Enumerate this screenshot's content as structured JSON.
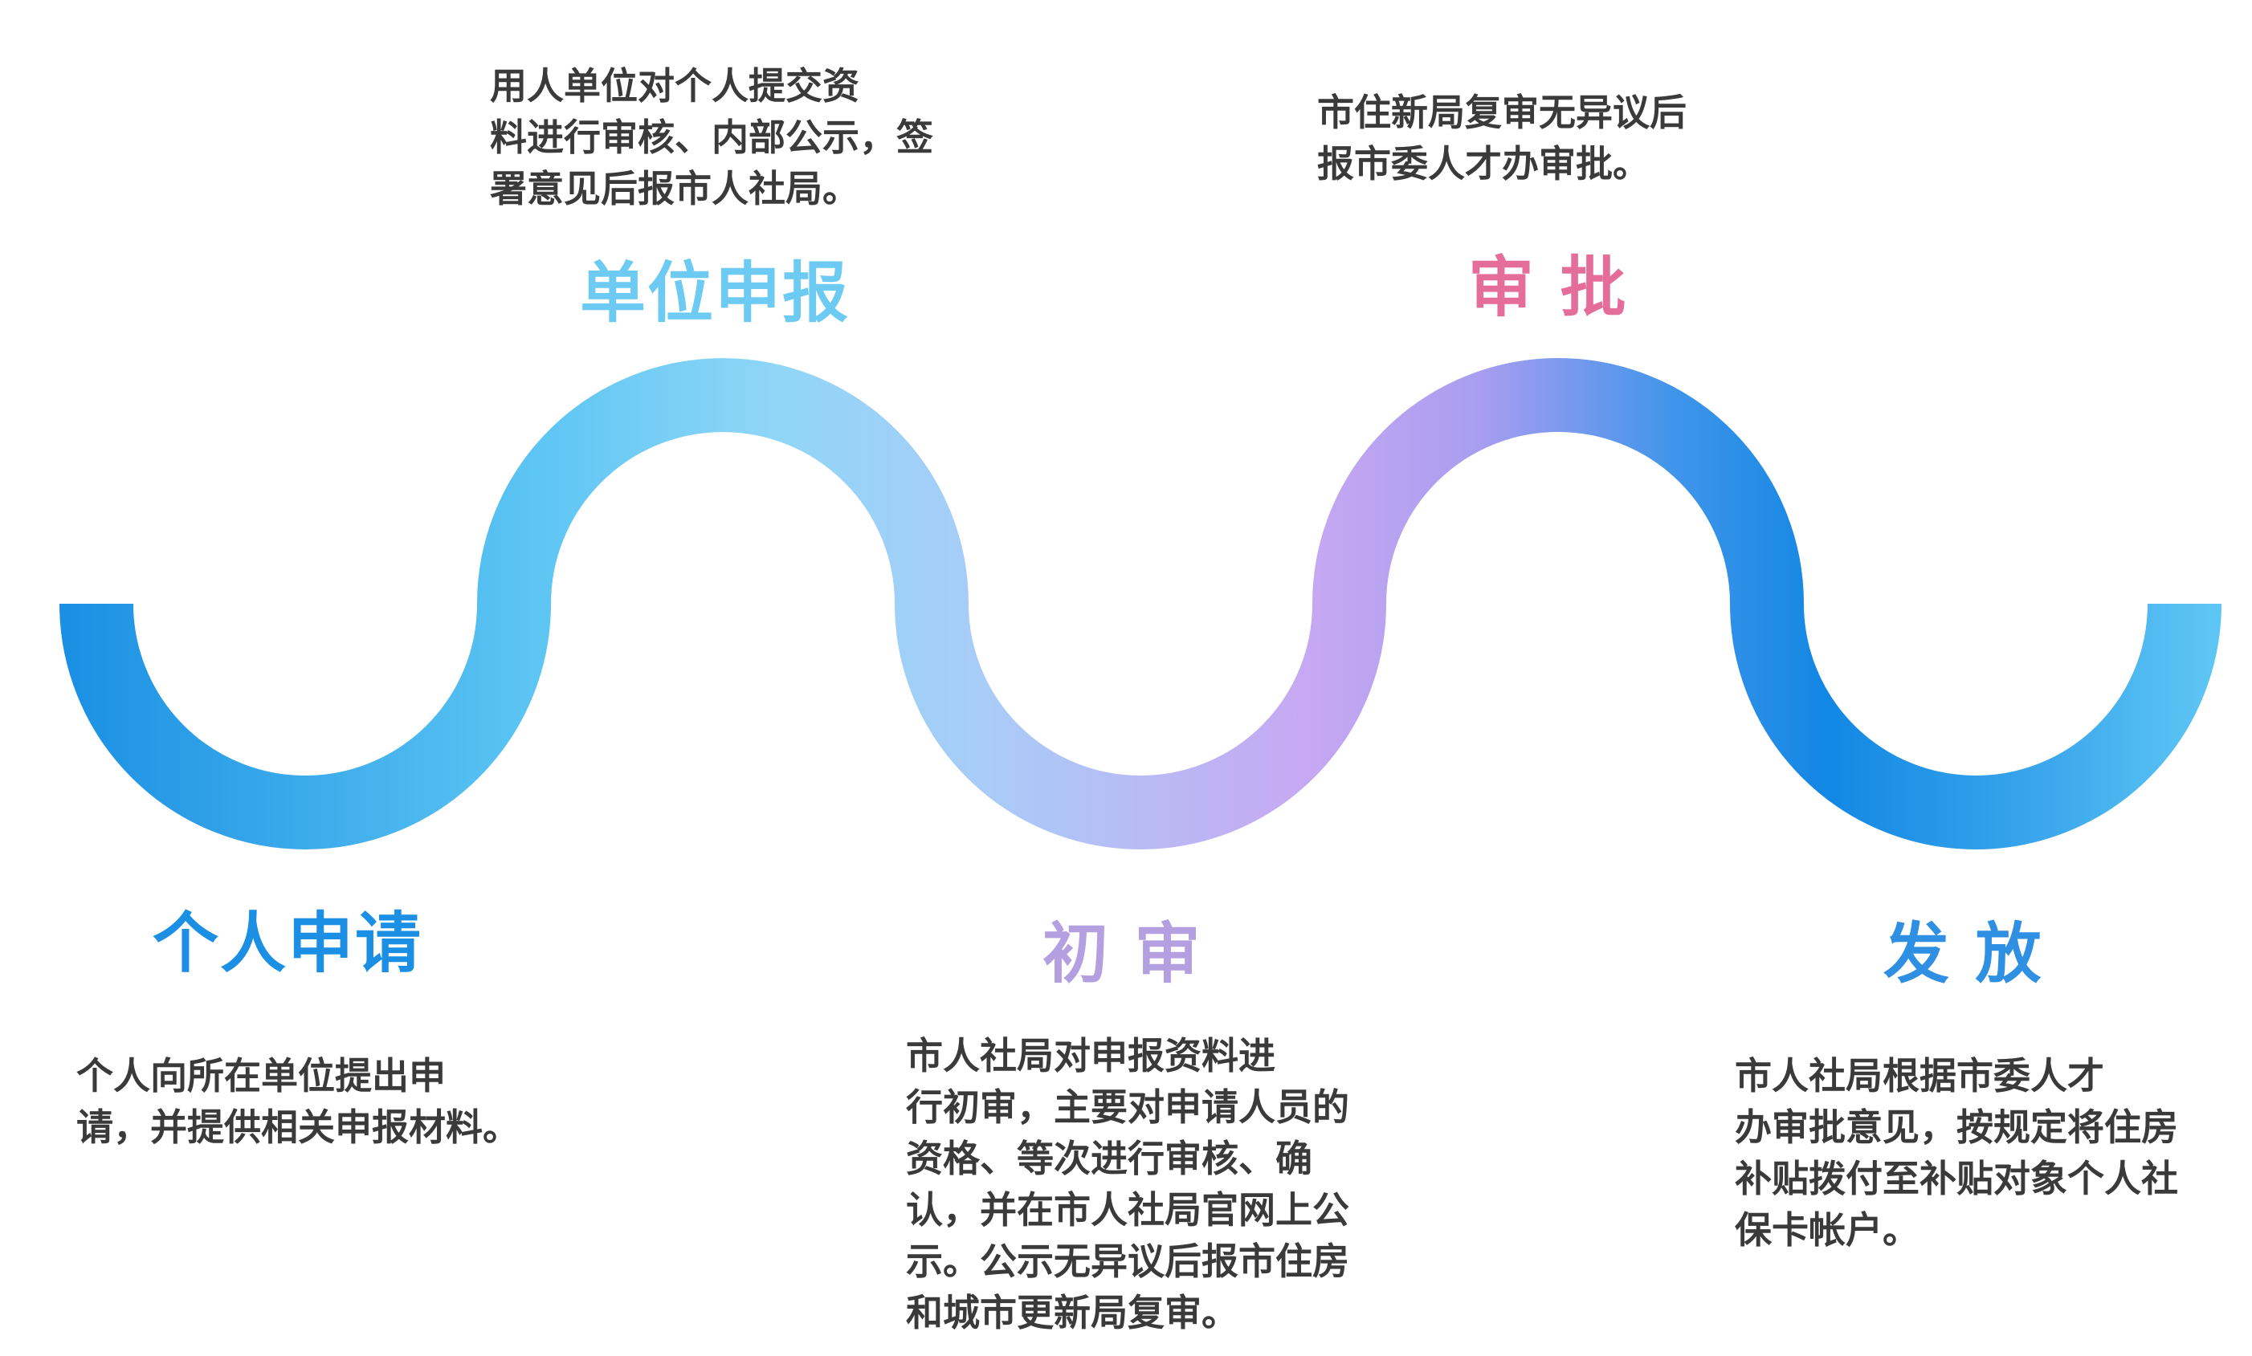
{
  "stages": [
    {
      "title": "个人申请",
      "color": "#1a8fe3",
      "desc": "  个人向所在单位提出申\n请，并提供相关申报材料。"
    },
    {
      "title": "单位申报",
      "color": "#6dcbf3",
      "desc": "  用人单位对个人提交资\n料进行审核、内部公示，签\n署意见后报市人社局。"
    },
    {
      "title": "初  审",
      "color": "#b49fe0",
      "desc": "  市人社局对申报资料进\n行初审，主要对申请人员的\n资格、等次进行审核、确\n认，并在市人社局官网上公\n示。公示无异议后报市住房\n和城市更新局复审。"
    },
    {
      "title": "审  批",
      "color": "#e46e99",
      "desc": "  市住新局复审无异议后\n报市委人才办审批。"
    },
    {
      "title": "发  放",
      "color": "#2e8fe3",
      "desc": "  市人社局根据市委人才\n办审批意见，按规定将住房\n补贴拨付至补贴对象个人社\n保卡帐户。"
    }
  ]
}
